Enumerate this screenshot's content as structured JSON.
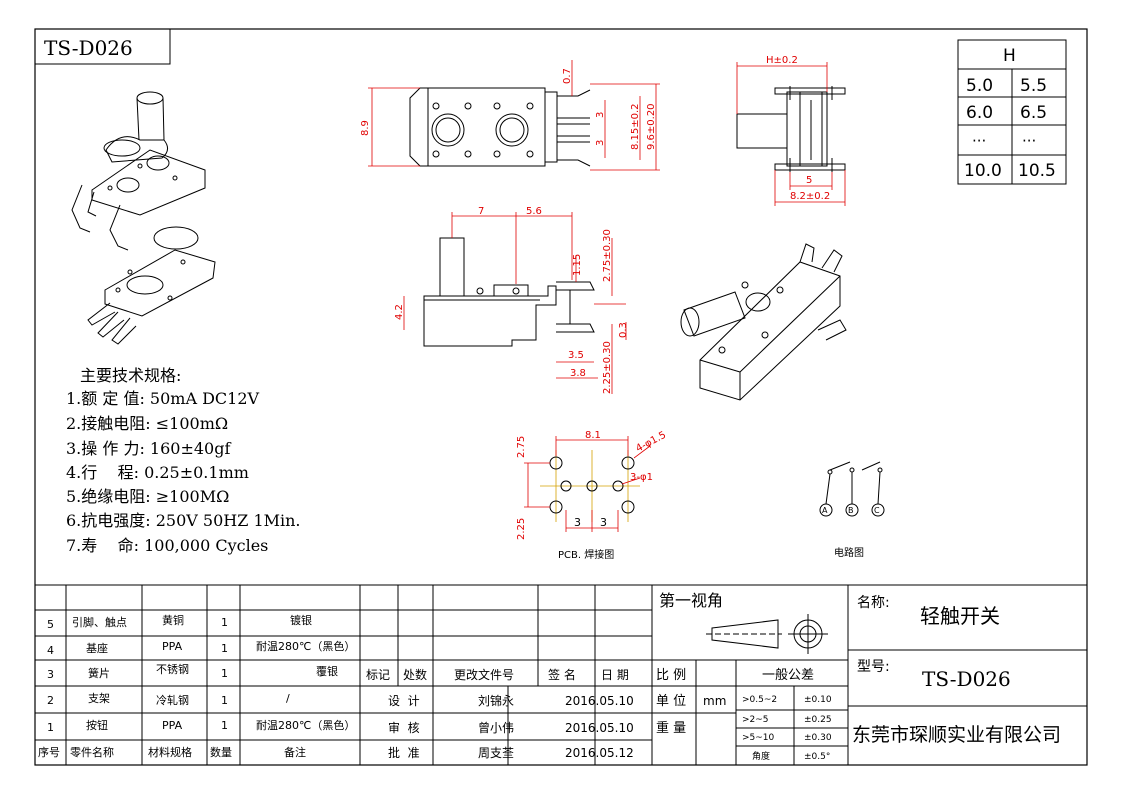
{
  "part_number": "TS-D026",
  "height_table": {
    "header": "H",
    "rows": [
      [
        "5.0",
        "5.5"
      ],
      [
        "6.0",
        "6.5"
      ],
      [
        "···",
        "···"
      ],
      [
        "10.0",
        "10.5"
      ]
    ]
  },
  "specs": {
    "title": "主要技术规格:",
    "items": [
      "1.额 定 值: 50mA DC12V",
      "2.接触电阻: ≤100mΩ",
      "3.操 作 力: 160±40gf",
      "4.行    程: 0.25±0.1mm",
      "5.绝缘电阻: ≥100MΩ",
      "6.抗电强度: 250V 50HZ 1Min.",
      "7.寿    命: 100,000 Cycles"
    ]
  },
  "dims": {
    "top_8_9": "8.9",
    "top_0_7": "0.7",
    "top_3a": "3",
    "top_3b": "3",
    "top_8_15": "8.15±0.2",
    "top_9_6": "9.6±0.20",
    "side_h": "H±0.2",
    "side_5": "5",
    "side_8_2": "8.2±0.2",
    "front_7": "7",
    "front_5_6": "5.6",
    "front_1_15": "1.15",
    "front_2_75": "2.75±0.30",
    "front_4_2": "4.2",
    "front_0_3": "0.3",
    "front_3_5": "3.5",
    "front_3_8": "3.8",
    "front_2_25": "2.25±0.30",
    "pcb_8_1": "8.1",
    "pcb_2_75": "2.75",
    "pcb_2_25": "2.25",
    "pcb_4_phi": "4-φ1.5",
    "pcb_3_phi": "3-φ1",
    "pcb_3a": "3",
    "pcb_3b": "3"
  },
  "labels": {
    "pcb": "PCB. 焊接图",
    "circuit": "电路图",
    "pin_a": "A",
    "pin_b": "B",
    "pin_c": "C"
  },
  "bom": {
    "rows": [
      {
        "no": "5",
        "name": "引脚、触点",
        "material": "黄铜",
        "qty": "1",
        "note": "镀银"
      },
      {
        "no": "4",
        "name": "基座",
        "material": "PPA",
        "qty": "1",
        "note": "耐温280℃（黑色）"
      },
      {
        "no": "3",
        "name": "簧片",
        "material": "不锈钢",
        "qty": "1",
        "note": "覆银"
      },
      {
        "no": "2",
        "name": "支架",
        "material": "冷轧钢",
        "qty": "1",
        "note": "/"
      },
      {
        "no": "1",
        "name": "按钮",
        "material": "PPA",
        "qty": "1",
        "note": "耐温280℃（黑色）"
      }
    ],
    "header": {
      "no": "序号",
      "name": "零件名称",
      "material": "材料规格",
      "qty": "数量",
      "note": "备注"
    }
  },
  "revision": {
    "mark": "标记",
    "count": "处数",
    "doc": "更改文件号",
    "sign": "签 名",
    "date": "日 期"
  },
  "signoff": [
    {
      "role": "设  计",
      "name": "刘锦永",
      "date": "2016.05.10"
    },
    {
      "role": "审  核",
      "name": "曾小伟",
      "date": "2016.05.10"
    },
    {
      "role": "批  准",
      "name": "周支荃",
      "date": "2016.05.12"
    }
  ],
  "projection": "第一视角",
  "scale_label": "比 例",
  "unit_label": "单 位",
  "unit_value": "mm",
  "weight_label": "重 量",
  "tolerance": {
    "title": "一般公差",
    "rows": [
      [
        ">0.5~2",
        "±0.10"
      ],
      [
        ">2~5",
        "±0.25"
      ],
      [
        ">5~10",
        "±0.30"
      ],
      [
        "角度",
        "±0.5°"
      ]
    ]
  },
  "name_label": "名称:",
  "name_value": "轻触开关",
  "model_label": "型号:",
  "model_value": "TS-D026",
  "company": "东莞市琛顺实业有限公司"
}
